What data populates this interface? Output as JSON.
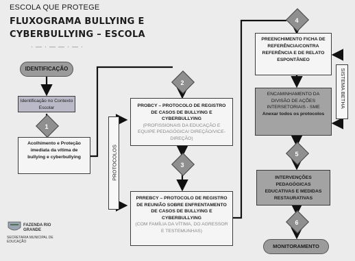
{
  "header": {
    "eyebrow": "ESCOLA QUE PROTEGE",
    "title_line1": "FLUXOGRAMA BULLYING E",
    "title_line2": "CYBERBULLYING – ESCOLA"
  },
  "steps": {
    "identificacao": "IDENTIFICAÇÃO",
    "identificacao_contexto": "Identificação no Contexto Escolar",
    "acolhimento": "Acolhimento e Proteção imediata da vítima de bullying e cyberbullying",
    "probcy_title": "PROBCY – PROTOCOLO DE REGISTRO DE CASOS DE BULLYING E CYBERBULLYING",
    "probcy_sub": "(PROFISSIONAIS DA EDUCAÇÃO E EQUIPE PEDAGÓGICA/ DIREÇÃO/VICE-DIREÇÃO)",
    "prrebcy_title": "PRREBCY – PROTOCOLO DE REGISTRO DE REUNIÃO SOBRE ENFRENTAMENTO DE CASOS DE BULLYING E CYBERBULLYING",
    "prrebcy_sub": "(COM FAMÍLIA DA VÍTIMA, DO AGRESSOR E TESTEMUNHAS)",
    "preenchimento": "PREENCHIMENTO FICHA DE REFERÊNCIA/CONTRA REFERÊNCIA E DE RELATO ESPONTÂNEO",
    "encaminhamento": "ENCAMINHAMENTO DA DIVISÃO DE AÇÕES INTERSETORIAIS - SME",
    "encaminhamento_bold": "Anexar todos os protocolos",
    "intervencoes": "INTERVENÇÕES PEDAGÓGICAS EDUCATIVAS E MEDIDAS RESTAURATIVAS",
    "monitoramento": "MONITORAMENTO"
  },
  "side_labels": {
    "protocolos": "PROTOCOLOS",
    "sistema": "SISTEMA BETHA"
  },
  "diamonds": [
    "1",
    "2",
    "3",
    "4",
    "5",
    "6"
  ],
  "logo": {
    "name": "FAZENDA RIO GRANDE",
    "secretaria": "SECRETARIA MUNICIPAL DE EDUCAÇÃO"
  }
}
